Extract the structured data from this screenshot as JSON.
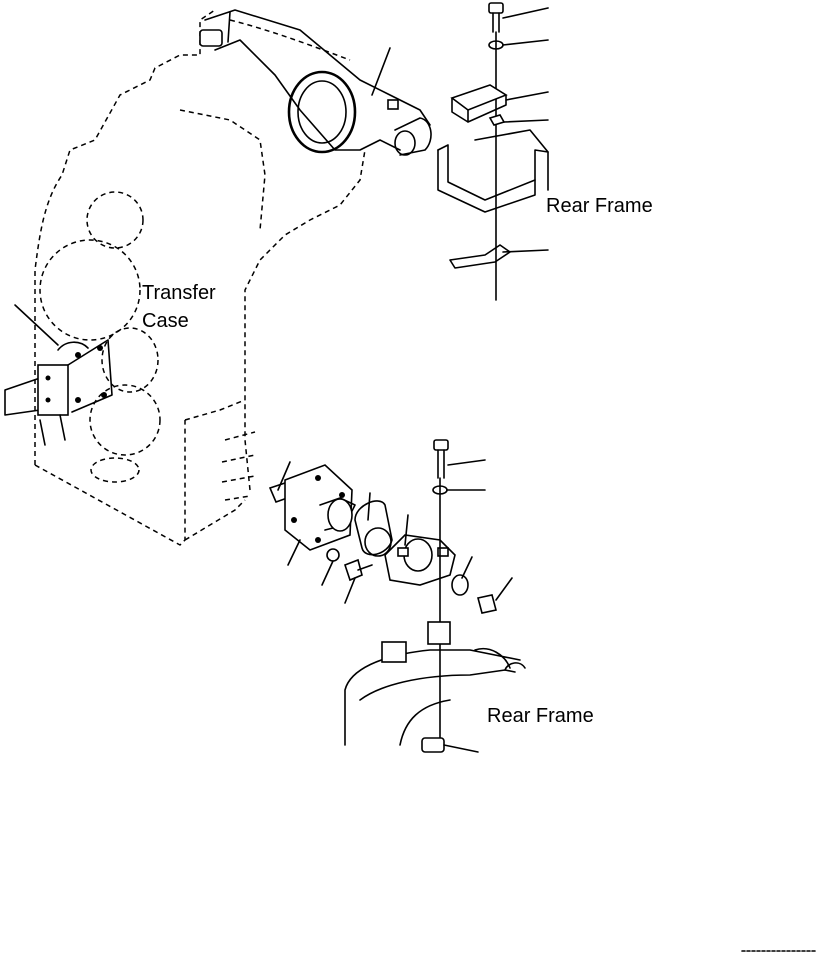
{
  "labels": {
    "transfer": "Transfer",
    "case": "Case",
    "rear_frame_top": "Rear Frame",
    "rear_frame_bottom": "Rear Frame"
  },
  "colors": {
    "line": "#000000",
    "background": "#ffffff"
  }
}
